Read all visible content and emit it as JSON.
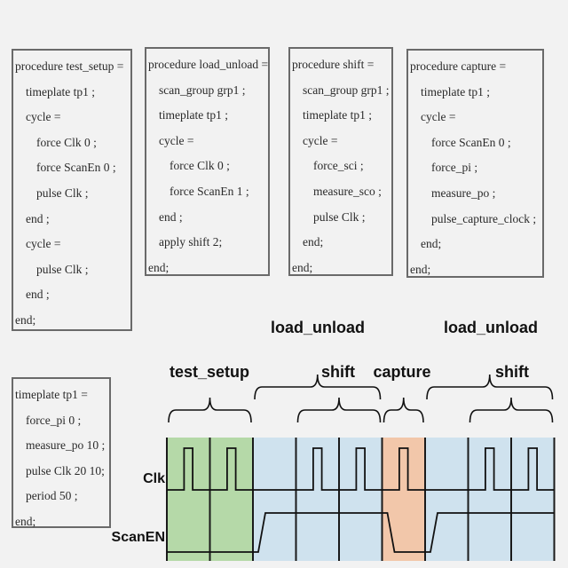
{
  "procedures": [
    {
      "id": "test_setup",
      "lines": [
        {
          "text": "procedure test_setup =",
          "indent": 0
        },
        {
          "text": "timeplate tp1 ;",
          "indent": 1
        },
        {
          "text": "cycle =",
          "indent": 1
        },
        {
          "text": "force Clk 0 ;",
          "indent": 2
        },
        {
          "text": "force ScanEn 0 ;",
          "indent": 2
        },
        {
          "text": "pulse Clk ;",
          "indent": 2
        },
        {
          "text": "end ;",
          "indent": 1
        },
        {
          "text": "cycle =",
          "indent": 1
        },
        {
          "text": "pulse Clk ;",
          "indent": 2
        },
        {
          "text": "end ;",
          "indent": 1
        },
        {
          "text": "end;",
          "indent": 0
        }
      ]
    },
    {
      "id": "load_unload",
      "lines": [
        {
          "text": "procedure load_unload =",
          "indent": 0
        },
        {
          "text": "scan_group grp1 ;",
          "indent": 1
        },
        {
          "text": "timeplate tp1 ;",
          "indent": 1
        },
        {
          "text": "cycle =",
          "indent": 1
        },
        {
          "text": "force Clk 0 ;",
          "indent": 2
        },
        {
          "text": "force ScanEn 1 ;",
          "indent": 2
        },
        {
          "text": "end ;",
          "indent": 1
        },
        {
          "text": "apply shift 2;",
          "indent": 1
        },
        {
          "text": "end;",
          "indent": 0
        }
      ]
    },
    {
      "id": "shift",
      "lines": [
        {
          "text": "procedure shift =",
          "indent": 0
        },
        {
          "text": "scan_group grp1 ;",
          "indent": 1
        },
        {
          "text": "timeplate tp1 ;",
          "indent": 1
        },
        {
          "text": "cycle =",
          "indent": 1
        },
        {
          "text": "force_sci ;",
          "indent": 2
        },
        {
          "text": "measure_sco ;",
          "indent": 2
        },
        {
          "text": "pulse Clk ;",
          "indent": 2
        },
        {
          "text": "end;",
          "indent": 1
        },
        {
          "text": "end;",
          "indent": 0
        }
      ]
    },
    {
      "id": "capture",
      "lines": [
        {
          "text": "procedure capture =",
          "indent": 0
        },
        {
          "text": "timeplate tp1 ;",
          "indent": 1
        },
        {
          "text": "cycle =",
          "indent": 1
        },
        {
          "text": "force ScanEn 0 ;",
          "indent": 2
        },
        {
          "text": "force_pi ;",
          "indent": 2
        },
        {
          "text": "measure_po ;",
          "indent": 2
        },
        {
          "text": "pulse_capture_clock ;",
          "indent": 2
        },
        {
          "text": "end;",
          "indent": 1
        },
        {
          "text": "end;",
          "indent": 0
        }
      ]
    },
    {
      "id": "timeplate",
      "lines": [
        {
          "text": "timeplate tp1 =",
          "indent": 0
        },
        {
          "text": "force_pi 0 ;",
          "indent": 1
        },
        {
          "text": "measure_po 10 ;",
          "indent": 1
        },
        {
          "text": "pulse Clk 20 10;",
          "indent": 1
        },
        {
          "text": "period 50 ;",
          "indent": 1
        },
        {
          "text": "end;",
          "indent": 0
        }
      ]
    }
  ],
  "timing": {
    "signals": [
      "Clk",
      "ScanEN"
    ],
    "phases": [
      {
        "name": "test_setup",
        "cycles": 2,
        "color": "#b5d9a8",
        "scan_en": 0
      },
      {
        "name": "load_unload",
        "cycles": 3,
        "color": "#cfe2ee",
        "scan_en": 1
      },
      {
        "name": "capture",
        "cycles": 1,
        "color": "#f2c7aa",
        "scan_en": 0
      },
      {
        "name": "load_unload",
        "cycles": 3,
        "color": "#cfe2ee",
        "scan_en": 1
      }
    ],
    "clock_pulses": [
      true,
      true,
      false,
      true,
      true,
      true,
      false,
      true,
      true
    ],
    "labels": {
      "test_setup": "test_setup",
      "load_unload_1": "load_unload",
      "shift_1": "shift",
      "capture": "capture",
      "load_unload_2": "load_unload",
      "shift_2": "shift"
    }
  }
}
